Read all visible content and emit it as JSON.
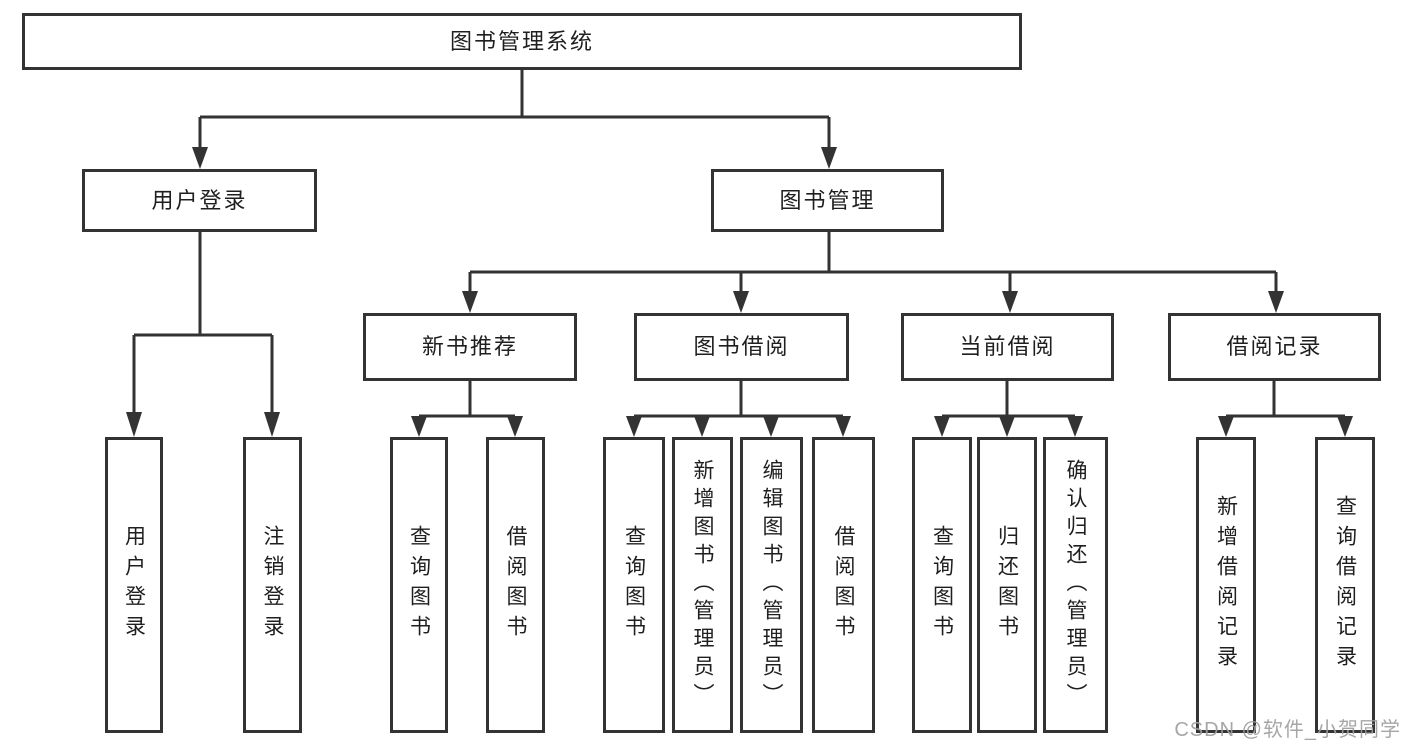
{
  "diagram": {
    "watermark": "CSDN @软件_小贺同学",
    "colors": {
      "background": "#ffffff",
      "line": "#333333",
      "box_border": "#333333",
      "box_fill": "#ffffff",
      "text": "#1f1f1f",
      "watermark": "#9e9e9e"
    },
    "tree": {
      "label": "图书管理系统",
      "children": [
        {
          "label": "用户登录",
          "children": [
            {
              "label": "用户登录"
            },
            {
              "label": "注销登录"
            }
          ]
        },
        {
          "label": "图书管理",
          "children": [
            {
              "label": "新书推荐",
              "children": [
                {
                  "label": "查询图书"
                },
                {
                  "label": "借阅图书"
                }
              ]
            },
            {
              "label": "图书借阅",
              "children": [
                {
                  "label": "查询图书"
                },
                {
                  "label": "新增图书（管理员）"
                },
                {
                  "label": "编辑图书（管理员）"
                },
                {
                  "label": "借阅图书"
                }
              ]
            },
            {
              "label": "当前借阅",
              "children": [
                {
                  "label": "查询图书"
                },
                {
                  "label": "归还图书"
                },
                {
                  "label": "确认归还（管理员）"
                }
              ]
            },
            {
              "label": "借阅记录",
              "children": [
                {
                  "label": "新增借阅记录"
                },
                {
                  "label": "查询借阅记录"
                }
              ]
            }
          ]
        }
      ]
    }
  }
}
